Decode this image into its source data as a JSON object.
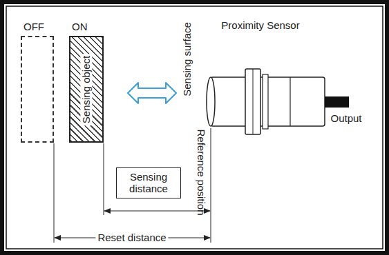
{
  "diagram": {
    "nodes": [
      {
        "text": [
          "OFF"
        ]
      },
      {
        "text": [
          "ON",
          "Sensing object"
        ]
      },
      {
        "text": [
          "Sensing distance"
        ]
      }
    ],
    "labels": [
      "Sensing surface",
      "Proximity Sensor",
      "Output",
      "Reference position",
      "Reset distance"
    ]
  }
}
